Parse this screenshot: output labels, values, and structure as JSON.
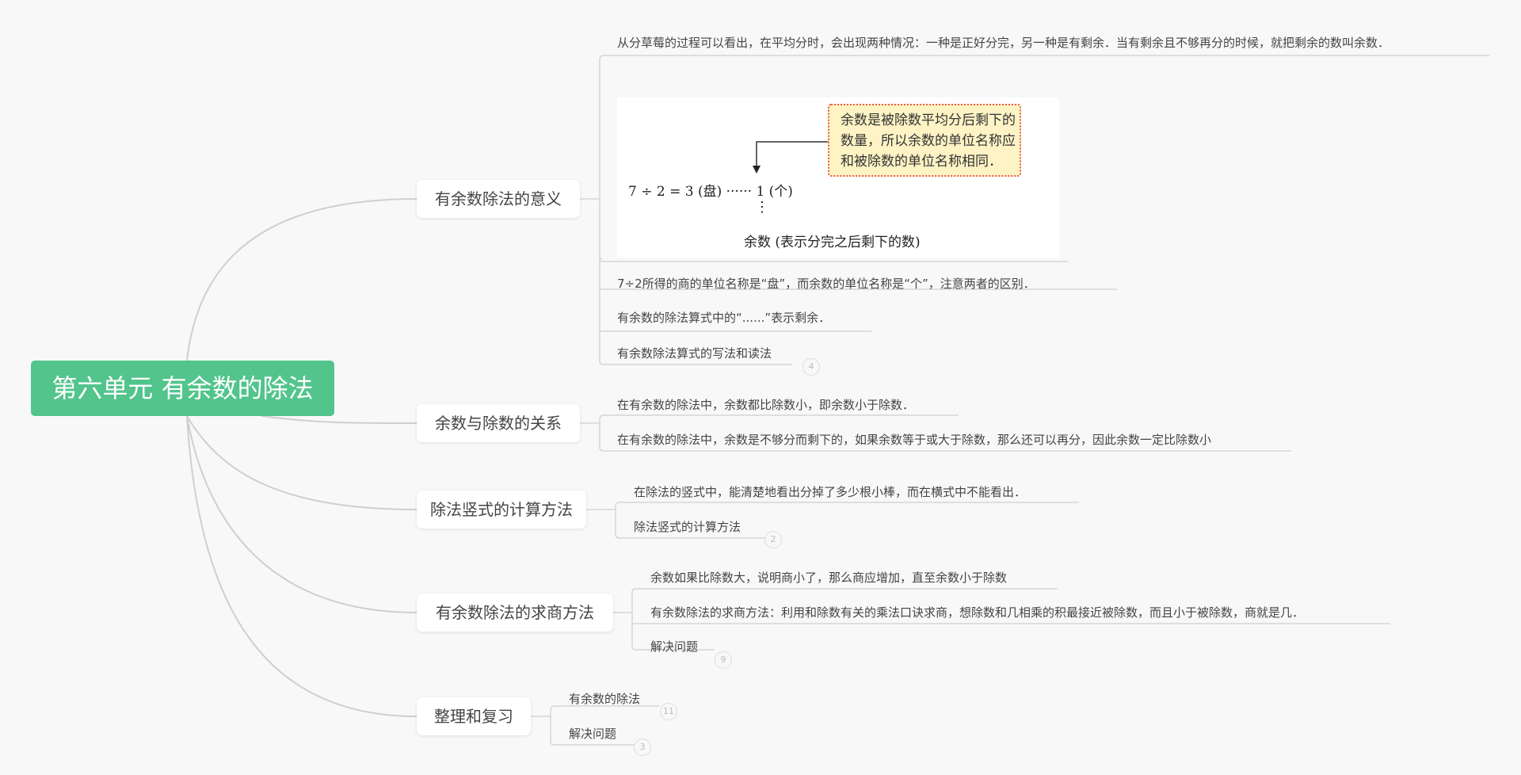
{
  "root": {
    "label": "第六单元 有余数的除法",
    "color": "#52c48c"
  },
  "branches": [
    {
      "label": "有余数除法的意义",
      "children": [
        {
          "text": "从分草莓的过程可以看出，在平均分时，会出现两种情况：一种是正好分完，另一种是有剩余．当有剩余且不够再分的时候，就把剩余的数叫余数．"
        },
        {
          "type": "image",
          "note": [
            "余数是被除数平均分后剩下的",
            "数量，所以余数的单位名称应",
            "和被除数的单位名称相同．"
          ],
          "equation": "7 ÷ 2 = 3 (盘) ······ 1 (个)",
          "vdots": "⋮",
          "remainder_label": "余数 (表示分完之后剩下的数)"
        },
        {
          "text": "7÷2所得的商的单位名称是“盘”，而余数的单位名称是“个”，注意两者的区别．"
        },
        {
          "text": "有余数的除法算式中的“......”表示剩余．"
        },
        {
          "text": "有余数除法算式的写法和读法",
          "collapsed_count": "4"
        }
      ]
    },
    {
      "label": "余数与除数的关系",
      "children": [
        {
          "text": "在有余数的除法中，余数都比除数小，即余数小于除数．"
        },
        {
          "text": "在有余数的除法中，余数是不够分而剩下的，如果余数等于或大于除数，那么还可以再分，因此余数一定比除数小"
        }
      ]
    },
    {
      "label": "除法竖式的计算方法",
      "children": [
        {
          "text": "在除法的竖式中，能清楚地看出分掉了多少根小棒，而在横式中不能看出．"
        },
        {
          "text": "除法竖式的计算方法",
          "collapsed_count": "2"
        }
      ]
    },
    {
      "label": "有余数除法的求商方法",
      "children": [
        {
          "text": "余数如果比除数大，说明商小了，那么商应增加，直至余数小于除数"
        },
        {
          "text": "有余数除法的求商方法：利用和除数有关的乘法口诀求商，想除数和几相乘的积最接近被除数，而且小于被除数，商就是几．"
        },
        {
          "text": "解决问题",
          "collapsed_count": "9"
        }
      ]
    },
    {
      "label": "整理和复习",
      "children": [
        {
          "text": "有余数的除法",
          "collapsed_count": "11"
        },
        {
          "text": "解决问题",
          "collapsed_count": "3"
        }
      ]
    }
  ],
  "colors": {
    "line": "#cccccc",
    "background": "#f8f8f8",
    "note_fill": "#fdf3c4",
    "note_border": "#ec5a4a"
  }
}
